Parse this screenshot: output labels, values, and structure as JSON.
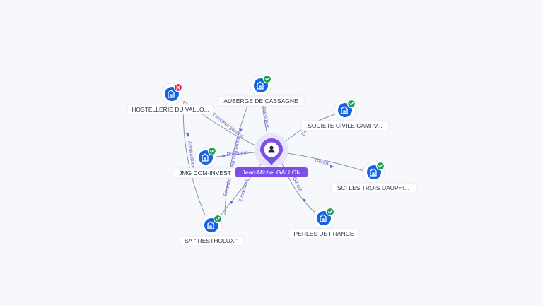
{
  "person": {
    "name": "Jean-Michel GALLON"
  },
  "companies": {
    "hostellerie": {
      "name": "HOSTELLERIE DU VALLO...",
      "status": "closed"
    },
    "auberge": {
      "name": "AUBERGE DE CASSAGNE",
      "status": "active"
    },
    "societe_civile": {
      "name": "SOCIETE CIVILE CAMPV...",
      "status": "active"
    },
    "jmg": {
      "name": "JMG COM-INVEST",
      "status": "active"
    },
    "sci_trois": {
      "name": "SCI LES TROIS DAUPHI...",
      "status": "active"
    },
    "restholux": {
      "name": "SA \" RESTHOLUX \"",
      "status": "active"
    },
    "perles": {
      "name": "PERLES DE FRANCE",
      "status": "active"
    }
  },
  "edges": {
    "hostellerie": "Directeur général",
    "auberge": "Président",
    "societe_civile": "Gérant",
    "jmg": "Président",
    "jmg_admin": "Administrateur",
    "sci_trois": "Gérant",
    "restholux": "Président",
    "restholux_mandats": "2 mandats",
    "perles": "Gérant",
    "hostellerie_admin": "Administrateur"
  },
  "colors": {
    "company_icon": "#1463e6",
    "active_badge": "#1aa055",
    "closed_badge": "#e0245e",
    "person_accent": "#7b4fe9",
    "edge_label": "#6f63d6"
  },
  "icons": {
    "company": "building-icon",
    "person": "user-icon",
    "active": "check-badge-icon",
    "closed": "cross-badge-icon"
  }
}
